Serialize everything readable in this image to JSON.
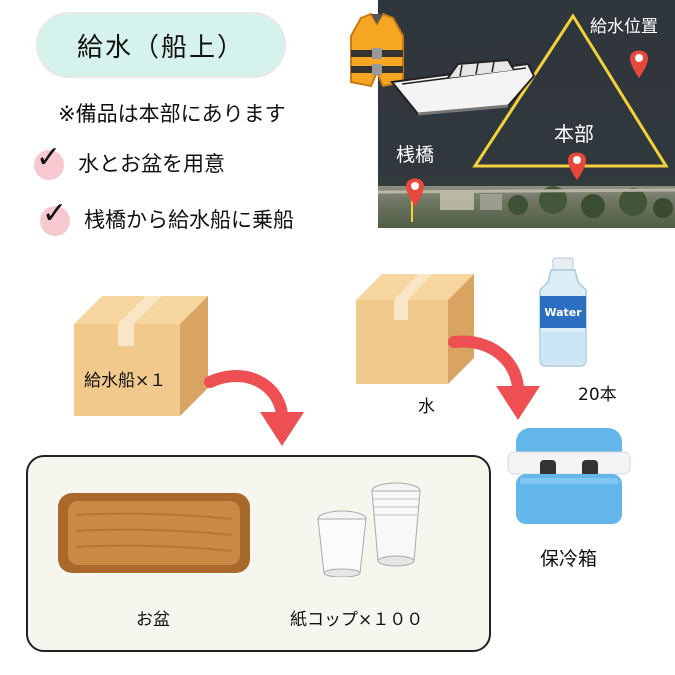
{
  "title": "給水（船上）",
  "note": "※備品は本部にあります",
  "checklist": [
    {
      "mark": "✓",
      "text": "水とお盆を用意"
    },
    {
      "mark": "✓",
      "text": "桟橋から給水船に乗船"
    }
  ],
  "map": {
    "label_water_point": "給水位置",
    "label_hq": "本部",
    "label_pier": "桟橋"
  },
  "box_boat": {
    "label": "給水船×１"
  },
  "box_water": {
    "label": "水"
  },
  "bottle": {
    "text": "Water",
    "count": "20本"
  },
  "cooler": {
    "label": "保冷箱"
  },
  "panel": {
    "tray_label": "お盆",
    "cups_label": "紙コップ×１００"
  },
  "colors": {
    "accent_mint": "#d6f2ec",
    "check_pink": "#f5c9cf",
    "arrow_red": "#ee4f52",
    "triangle_yellow": "#f2d13b",
    "cooler_blue": "#63b6ea",
    "box_tan": "#f2c98c"
  }
}
